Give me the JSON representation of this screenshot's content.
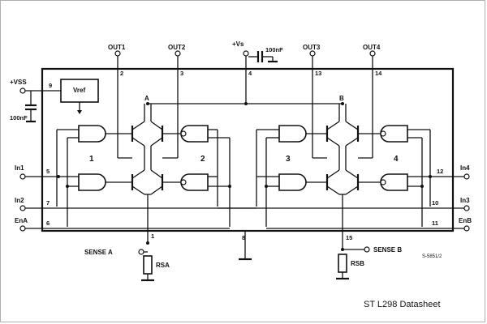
{
  "caption": "ST L298 Datasheet",
  "drawing_code": "S-5851/2",
  "outputs": {
    "out1": "OUT1",
    "out2": "OUT2",
    "out3": "OUT3",
    "out4": "OUT4"
  },
  "supply": {
    "vs": "+Vs",
    "vss": "+VSS",
    "cap_vs": "100nF",
    "cap_vss": "100nF",
    "vref": "Vref"
  },
  "inputs": {
    "in1": "In1",
    "in2": "In2",
    "in3": "In3",
    "in4": "In4",
    "ena": "EnA",
    "enb": "EnB"
  },
  "sense": {
    "a": "SENSE A",
    "b": "SENSE B",
    "rsa": "RSA",
    "rsb": "RSB"
  },
  "nodes": {
    "a": "A",
    "b": "B"
  },
  "bridges": {
    "b1": "1",
    "b2": "2",
    "b3": "3",
    "b4": "4"
  },
  "pins": {
    "p1": "1",
    "p2": "2",
    "p3": "3",
    "p4": "4",
    "p5": "5",
    "p6": "6",
    "p7": "7",
    "p8": "8",
    "p9": "9",
    "p10": "10",
    "p11": "11",
    "p12": "12",
    "p13": "13",
    "p14": "14",
    "p15": "15"
  }
}
